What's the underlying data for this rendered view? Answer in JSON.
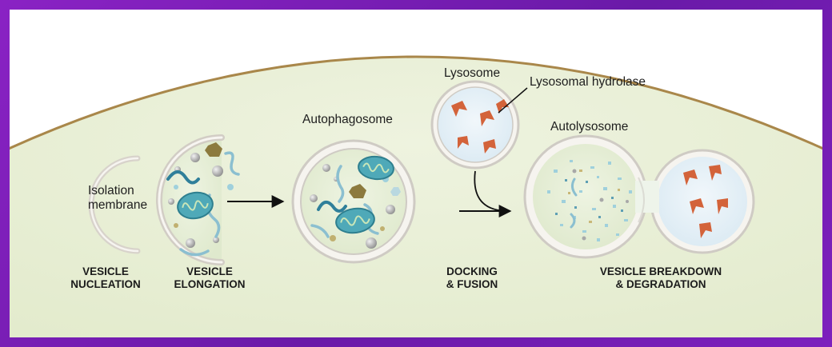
{
  "labels": {
    "isolation_line1": "Isolation",
    "isolation_line2": "membrane",
    "autophagosome": "Autophagosome",
    "lysosome": "Lysosome",
    "lysosomal_hydrolase": "Lysosomal hydrolase",
    "autolysosome": "Autolysosome"
  },
  "stages": [
    {
      "line1": "VESICLE",
      "line2": "NUCLEATION"
    },
    {
      "line1": "VESICLE",
      "line2": "ELONGATION"
    },
    {
      "line1": "DOCKING",
      "line2": "& FUSION"
    },
    {
      "line1": "VESICLE BREAKDOWN",
      "line2": "& DEGRADATION"
    }
  ],
  "colors": {
    "frame": "#7a1fb8",
    "cytoplasm": "#eaf0d8",
    "cell_border": "#a9874a",
    "vesicle_fill": "#e7efd9",
    "lysosome_fill": "#e6f1f8",
    "membrane": "#cfcbc4",
    "mitochondria": "#4fa9b8",
    "hydrolase": "#d3633a"
  }
}
